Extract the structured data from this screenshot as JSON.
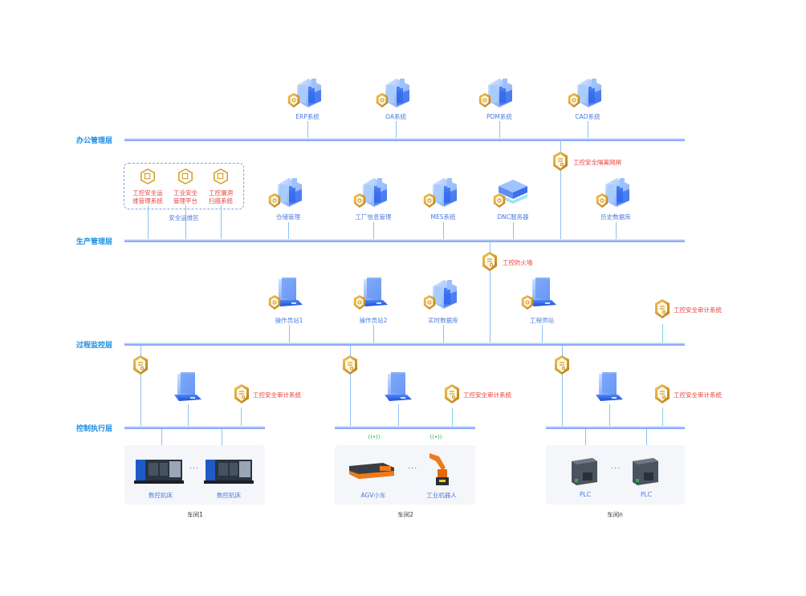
{
  "layers": {
    "office": "办公管理层",
    "production": "生产管理层",
    "process": "过程监控层",
    "control": "控制执行层"
  },
  "office_nodes": [
    {
      "label": "ERP系统",
      "icon": "server-shield-icon"
    },
    {
      "label": "OA系统",
      "icon": "server-shield-icon"
    },
    {
      "label": "PDM系统",
      "icon": "server-shield-icon"
    },
    {
      "label": "CAD系统",
      "icon": "server-shield-icon"
    }
  ],
  "security_gateway": {
    "label": "工控安全隔离网闸",
    "icon": "gateway-icon"
  },
  "security_zone": {
    "label": "安全运维区",
    "items": [
      {
        "line1": "工控安全运",
        "line2": "维管理系统",
        "icon": "ops-management-icon"
      },
      {
        "line1": "工业安全",
        "line2": "管理平台",
        "icon": "platform-icon"
      },
      {
        "line1": "工控漏洞",
        "line2": "扫描系统",
        "icon": "scan-icon"
      }
    ]
  },
  "production_nodes": [
    {
      "label": "仓储管理",
      "icon": "server-shield-icon"
    },
    {
      "label": "工厂信息管理",
      "icon": "server-shield-icon"
    },
    {
      "label": "MES系统",
      "icon": "server-shield-icon"
    },
    {
      "label": "DNC服务器",
      "icon": "dnc-server-icon"
    },
    {
      "label": "历史数据库",
      "icon": "server-shield-icon"
    }
  ],
  "firewall": {
    "label": "工控防火墙",
    "icon": "firewall-icon"
  },
  "process_nodes": [
    {
      "label": "操作员站1",
      "icon": "workstation-icon"
    },
    {
      "label": "操作员站2",
      "icon": "workstation-icon"
    },
    {
      "label": "实时数据库",
      "icon": "server-shield-icon"
    },
    {
      "label": "工程师站",
      "icon": "workstation-icon"
    }
  ],
  "audit_label": "工控安全审计系统",
  "workshops": [
    {
      "name": "车间1",
      "devices": [
        "数控机床",
        "数控机床"
      ],
      "device_icon": "cnc-machine-icon"
    },
    {
      "name": "车间2",
      "devices": [
        "AGV小车",
        "工业机器人"
      ],
      "device_icon": "agv-robot-icon"
    },
    {
      "name": "车间n",
      "devices": [
        "PLC",
        "PLC"
      ],
      "device_icon": "plc-icon"
    }
  ],
  "ellipsis": "···",
  "wifi_glyph": "((•))",
  "colors": {
    "layer_label": "#1a8fe3",
    "node_label": "#4a7be0",
    "security_label": "#e8433f",
    "bus_line": "#8eaef5",
    "connector": "#8ec0f2",
    "shield_gold": "#d49a1e",
    "wireless": "#2fb04a"
  }
}
